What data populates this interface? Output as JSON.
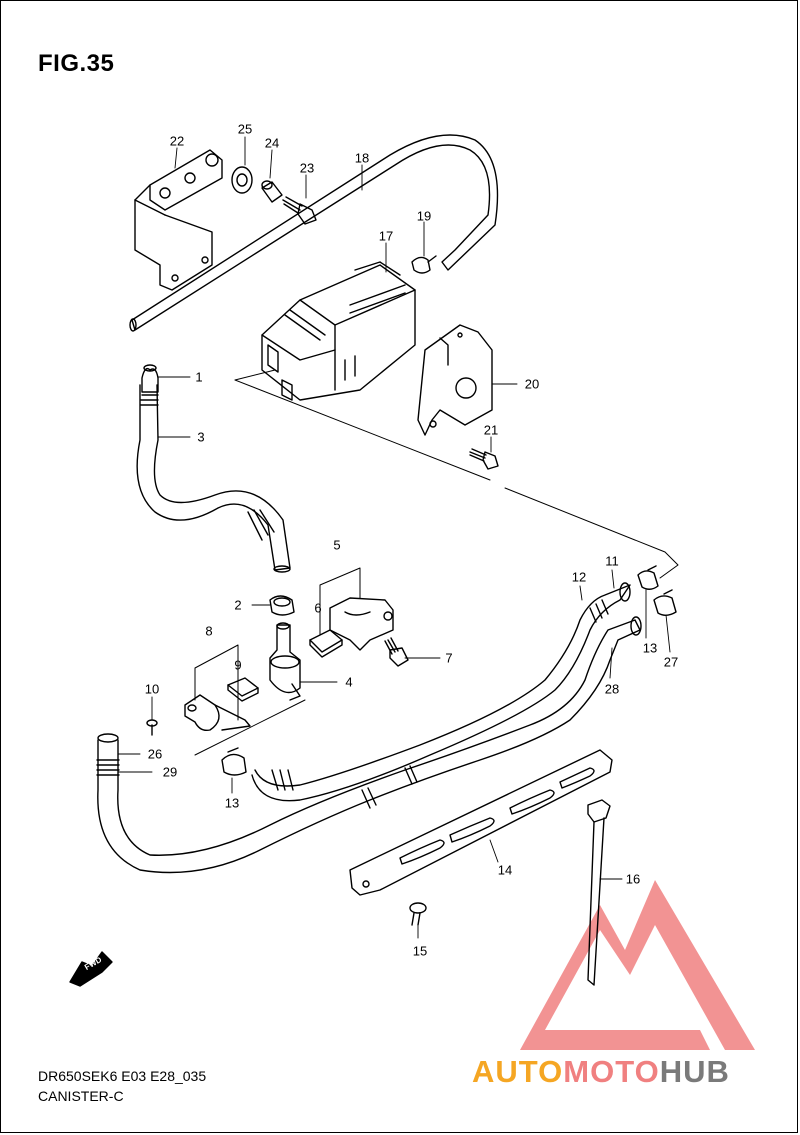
{
  "figure": {
    "title": "FIG.35",
    "footer_model": "DR650SEK6 E03 E28_035",
    "footer_name": "CANISTER-C"
  },
  "direction_arrow": {
    "icon": "fwd-arrow-icon",
    "label": "FWD"
  },
  "part_labels": [
    {
      "id": "22",
      "text": "22"
    },
    {
      "id": "25",
      "text": "25"
    },
    {
      "id": "24",
      "text": "24"
    },
    {
      "id": "23",
      "text": "23"
    },
    {
      "id": "18",
      "text": "18"
    },
    {
      "id": "19",
      "text": "19"
    },
    {
      "id": "17",
      "text": "17"
    },
    {
      "id": "20",
      "text": "20"
    },
    {
      "id": "21",
      "text": "21"
    },
    {
      "id": "1",
      "text": "1"
    },
    {
      "id": "3",
      "text": "3"
    },
    {
      "id": "5",
      "text": "5"
    },
    {
      "id": "2",
      "text": "2"
    },
    {
      "id": "6",
      "text": "6"
    },
    {
      "id": "7",
      "text": "7"
    },
    {
      "id": "8",
      "text": "8"
    },
    {
      "id": "9",
      "text": "9"
    },
    {
      "id": "4",
      "text": "4"
    },
    {
      "id": "10",
      "text": "10"
    },
    {
      "id": "26",
      "text": "26"
    },
    {
      "id": "29",
      "text": "29"
    },
    {
      "id": "13a",
      "text": "13"
    },
    {
      "id": "12",
      "text": "12"
    },
    {
      "id": "11",
      "text": "11"
    },
    {
      "id": "13b",
      "text": "13"
    },
    {
      "id": "27",
      "text": "27"
    },
    {
      "id": "28",
      "text": "28"
    },
    {
      "id": "14",
      "text": "14"
    },
    {
      "id": "16",
      "text": "16"
    },
    {
      "id": "15",
      "text": "15"
    }
  ],
  "watermark": {
    "logo_icon": "automotohub-logo-icon",
    "part1": "AUTO",
    "part2": "MOTO",
    "part3": "HUB",
    "color1": "#f5a623",
    "color2": "#f08080",
    "color3": "#7a7a7a"
  }
}
